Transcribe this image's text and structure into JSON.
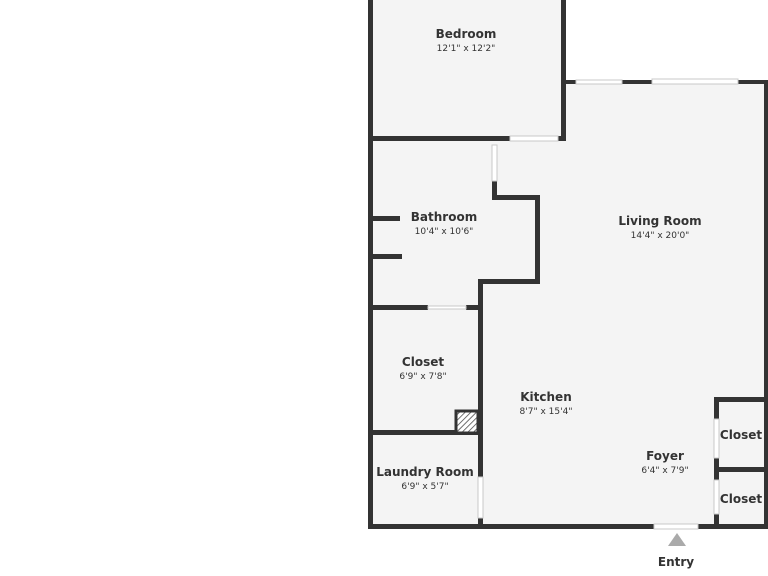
{
  "rooms": {
    "bedroom": {
      "name": "Bedroom",
      "dims": "12'1\" x 12'2\""
    },
    "bathroom": {
      "name": "Bathroom",
      "dims": "10'4\" x 10'6\""
    },
    "living_room": {
      "name": "Living Room",
      "dims": "14'4\" x 20'0\""
    },
    "closet_main": {
      "name": "Closet",
      "dims": "6'9\" x 7'8\""
    },
    "kitchen": {
      "name": "Kitchen",
      "dims": "8'7\" x 15'4\""
    },
    "laundry_room": {
      "name": "Laundry Room",
      "dims": "6'9\" x 5'7\""
    },
    "foyer": {
      "name": "Foyer",
      "dims": "6'4\" x 7'9\""
    },
    "closet_foyer_upper": {
      "name": "Closet"
    },
    "closet_foyer_lower": {
      "name": "Closet"
    }
  },
  "entry": {
    "label": "Entry"
  },
  "colors": {
    "wall": "#333333",
    "floor": "#f4f4f4",
    "background": "#ffffff",
    "entry_marker": "#aaaaaa"
  }
}
